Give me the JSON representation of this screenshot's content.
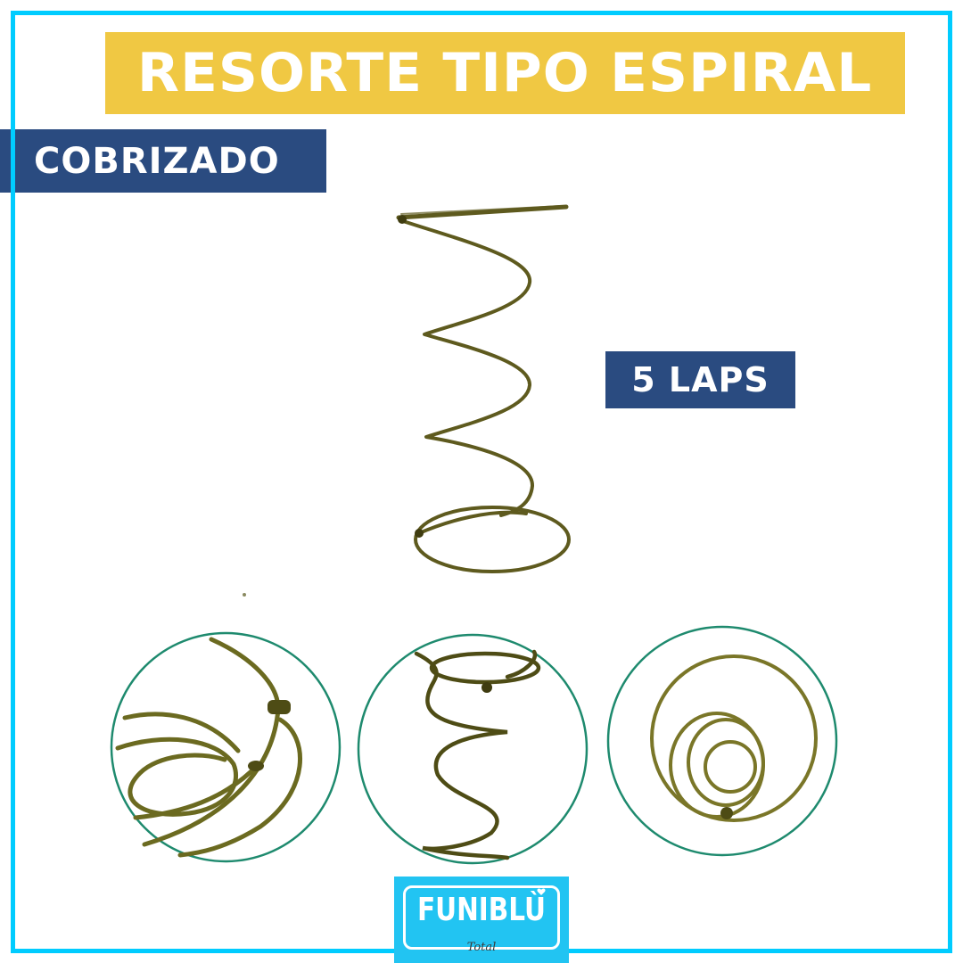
{
  "title": "RESORTE TIPO ESPIRAL",
  "finish_label": "COBRIZADO",
  "laps_label": "5 LAPS",
  "brand": {
    "name": "FUNIBLÙ",
    "tagline": "Total"
  },
  "icons": {
    "main_product": "coil-spring-illustration",
    "detail_1": "spring-knot-closeup",
    "detail_2": "spring-side-closeup",
    "detail_3": "spring-top-view-closeup",
    "brand_accent": "heart-icon"
  },
  "colors": {
    "frame_border": "#00CCFF",
    "title_bg": "#F0C843",
    "badge_bg": "#2A4B80",
    "logo_bg": "#22C4F2",
    "wire": "#5E5A1E",
    "detail_ring": "#1E8A6E",
    "text_light": "#FFFFFF"
  }
}
